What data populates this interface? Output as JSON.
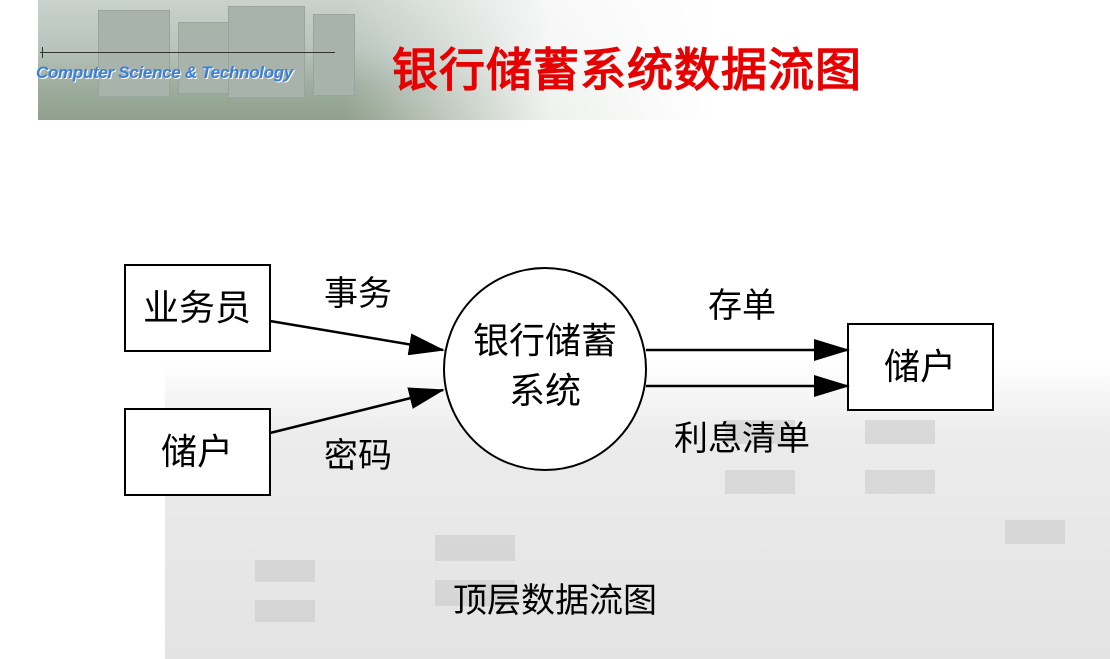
{
  "header": {
    "subtitle": "Computer Science & Technology",
    "title": "银行储蓄系统数据流图"
  },
  "diagram": {
    "nodes": {
      "clerk": "业务员",
      "depositor_in": "储户",
      "process_line1": "银行储蓄",
      "process_line2": "系统",
      "depositor_out": "储户"
    },
    "flows": {
      "transaction": "事务",
      "password": "密码",
      "deposit_slip": "存单",
      "interest_statement": "利息清单"
    },
    "caption": "顶层数据流图"
  },
  "colors": {
    "title": "#e60000",
    "subtitle": "#3a7fd9",
    "line": "#000000"
  }
}
